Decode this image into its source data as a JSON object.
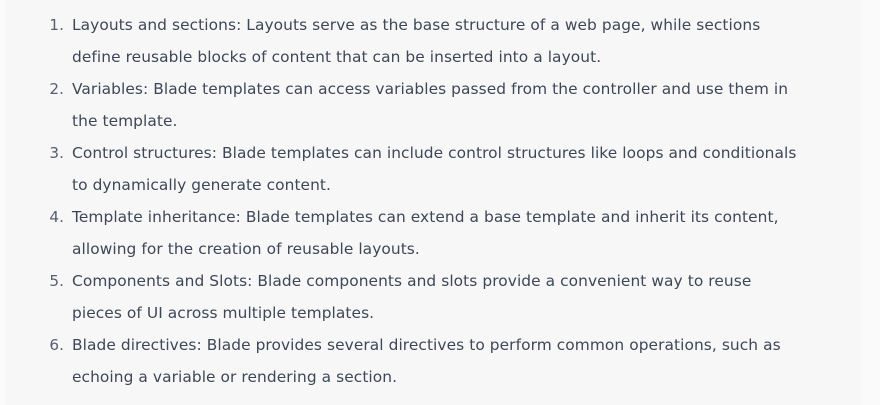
{
  "document": {
    "background_color": "#f7f7f7",
    "text_color": "#3e4757",
    "marker_color": "#565f70",
    "list_type": "ordered-decimal"
  },
  "list": {
    "items": [
      {
        "number": "1.",
        "text": "Layouts and sections: Layouts serve as the base structure of a web page, while sections define reusable blocks of content that can be inserted into a layout."
      },
      {
        "number": "2.",
        "text": "Variables: Blade templates can access variables passed from the controller and use them in the template."
      },
      {
        "number": "3.",
        "text": "Control structures: Blade templates can include control structures like loops and conditionals to dynamically generate content."
      },
      {
        "number": "4.",
        "text": "Template inheritance: Blade templates can extend a base template and inherit its content, allowing for the creation of reusable layouts."
      },
      {
        "number": "5.",
        "text": "Components and Slots: Blade components and slots provide a convenient way to reuse pieces of UI across multiple templates."
      },
      {
        "number": "6.",
        "text": "Blade directives: Blade provides several directives to perform common operations, such as echoing a variable or rendering a section."
      }
    ]
  }
}
